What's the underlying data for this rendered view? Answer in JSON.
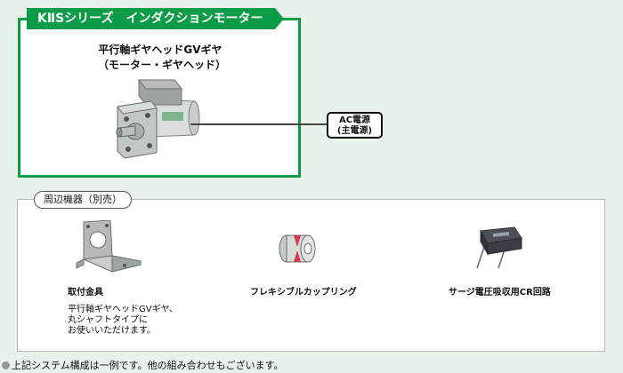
{
  "series": {
    "title": "KⅡSシリーズ　インダクションモーター"
  },
  "gearmotor": {
    "line1": "平行軸ギヤヘッドGVギヤ",
    "line2": "（モーター・ギヤヘッド）"
  },
  "power": {
    "line1": "AC電源",
    "line2": "(主電源)"
  },
  "peripheral": {
    "label": "周辺機器（別売）",
    "items": [
      {
        "title": "取付金具",
        "icon": "mounting-bracket"
      },
      {
        "title": "フレキシブルカップリング",
        "icon": "flexible-coupling"
      },
      {
        "title": "サージ電圧吸収用CR回路",
        "icon": "cr-circuit"
      }
    ],
    "bracket_note": [
      "平行軸ギヤヘッドGVギヤ、",
      "丸シャフトタイプに",
      "お使いいただけます。"
    ]
  },
  "footnote": "上記システム構成は一例です。他の組み合わせもございます。",
  "colors": {
    "accent": "#0c9b47",
    "background": "#e8f2ea"
  }
}
